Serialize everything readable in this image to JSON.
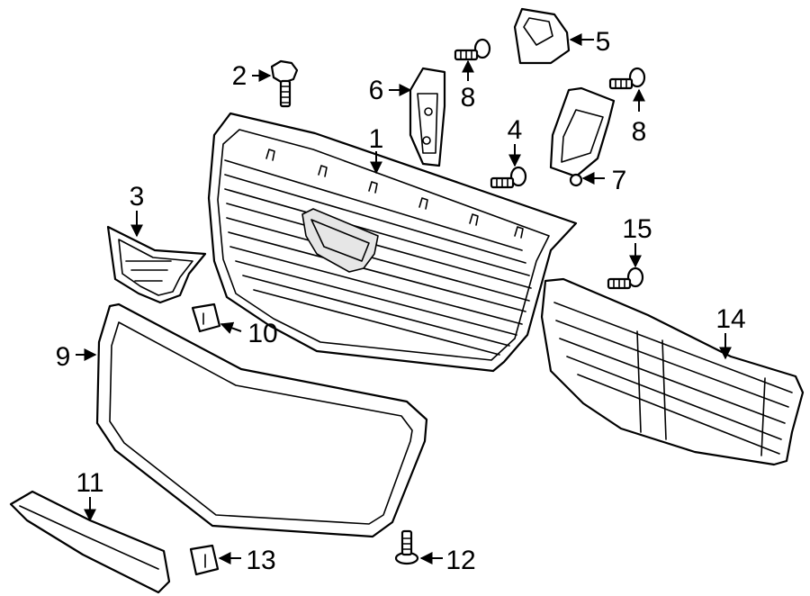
{
  "callouts": {
    "c1": "1",
    "c2": "2",
    "c3": "3",
    "c4": "4",
    "c5": "5",
    "c6": "6",
    "c7": "7",
    "c8a": "8",
    "c8b": "8",
    "c9": "9",
    "c10": "10",
    "c11": "11",
    "c12": "12",
    "c13": "13",
    "c14": "14",
    "c15": "15"
  }
}
